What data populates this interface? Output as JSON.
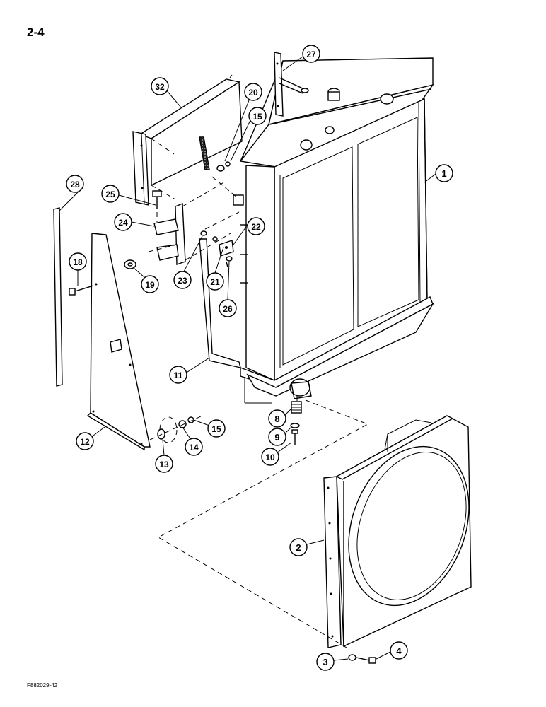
{
  "page": {
    "number": "2-4",
    "figure_code": "F882029-42"
  },
  "callouts": {
    "c1": "1",
    "c2": "2",
    "c3": "3",
    "c4": "4",
    "c8": "8",
    "c9": "9",
    "c10": "10",
    "c11": "11",
    "c12": "12",
    "c13": "13",
    "c14": "14",
    "c15a": "15",
    "c15b": "15",
    "c18": "18",
    "c19": "19",
    "c20": "20",
    "c21": "21",
    "c22": "22",
    "c23": "23",
    "c24": "24",
    "c25": "25",
    "c26": "26",
    "c27": "27",
    "c28": "28",
    "c32": "32"
  }
}
